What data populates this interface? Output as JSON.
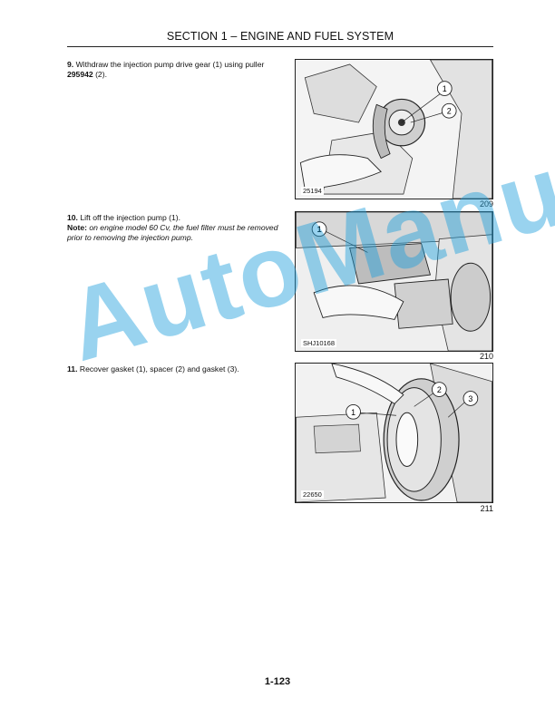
{
  "header": {
    "title": "SECTION 1 – ENGINE AND FUEL SYSTEM"
  },
  "steps": [
    {
      "number": "9.",
      "text_before": "Withdraw the injection pump drive gear (1) using puller ",
      "ref": "295942",
      "text_after": " (2).",
      "figure": {
        "code": "25194",
        "number": "209",
        "callouts": [
          "1",
          "2"
        ]
      }
    },
    {
      "number": "10.",
      "text": "Lift off the injection pump (1).",
      "note_label": "Note:",
      "note_text": " on engine model 60 Cv, the fuel filter must be removed prior to removing the injection pump.",
      "figure": {
        "code": "SHJ10168",
        "number": "210",
        "callouts": [
          "1"
        ]
      }
    },
    {
      "number": "11.",
      "text": "Recover gasket (1), spacer (2) and gasket (3).",
      "figure": {
        "code": "22650",
        "number": "211",
        "callouts": [
          "1",
          "2",
          "3"
        ]
      }
    }
  ],
  "watermark": "AutoManual",
  "page_number": "1-123",
  "colors": {
    "watermark": "#1ea0dc",
    "ink": "#111111"
  }
}
